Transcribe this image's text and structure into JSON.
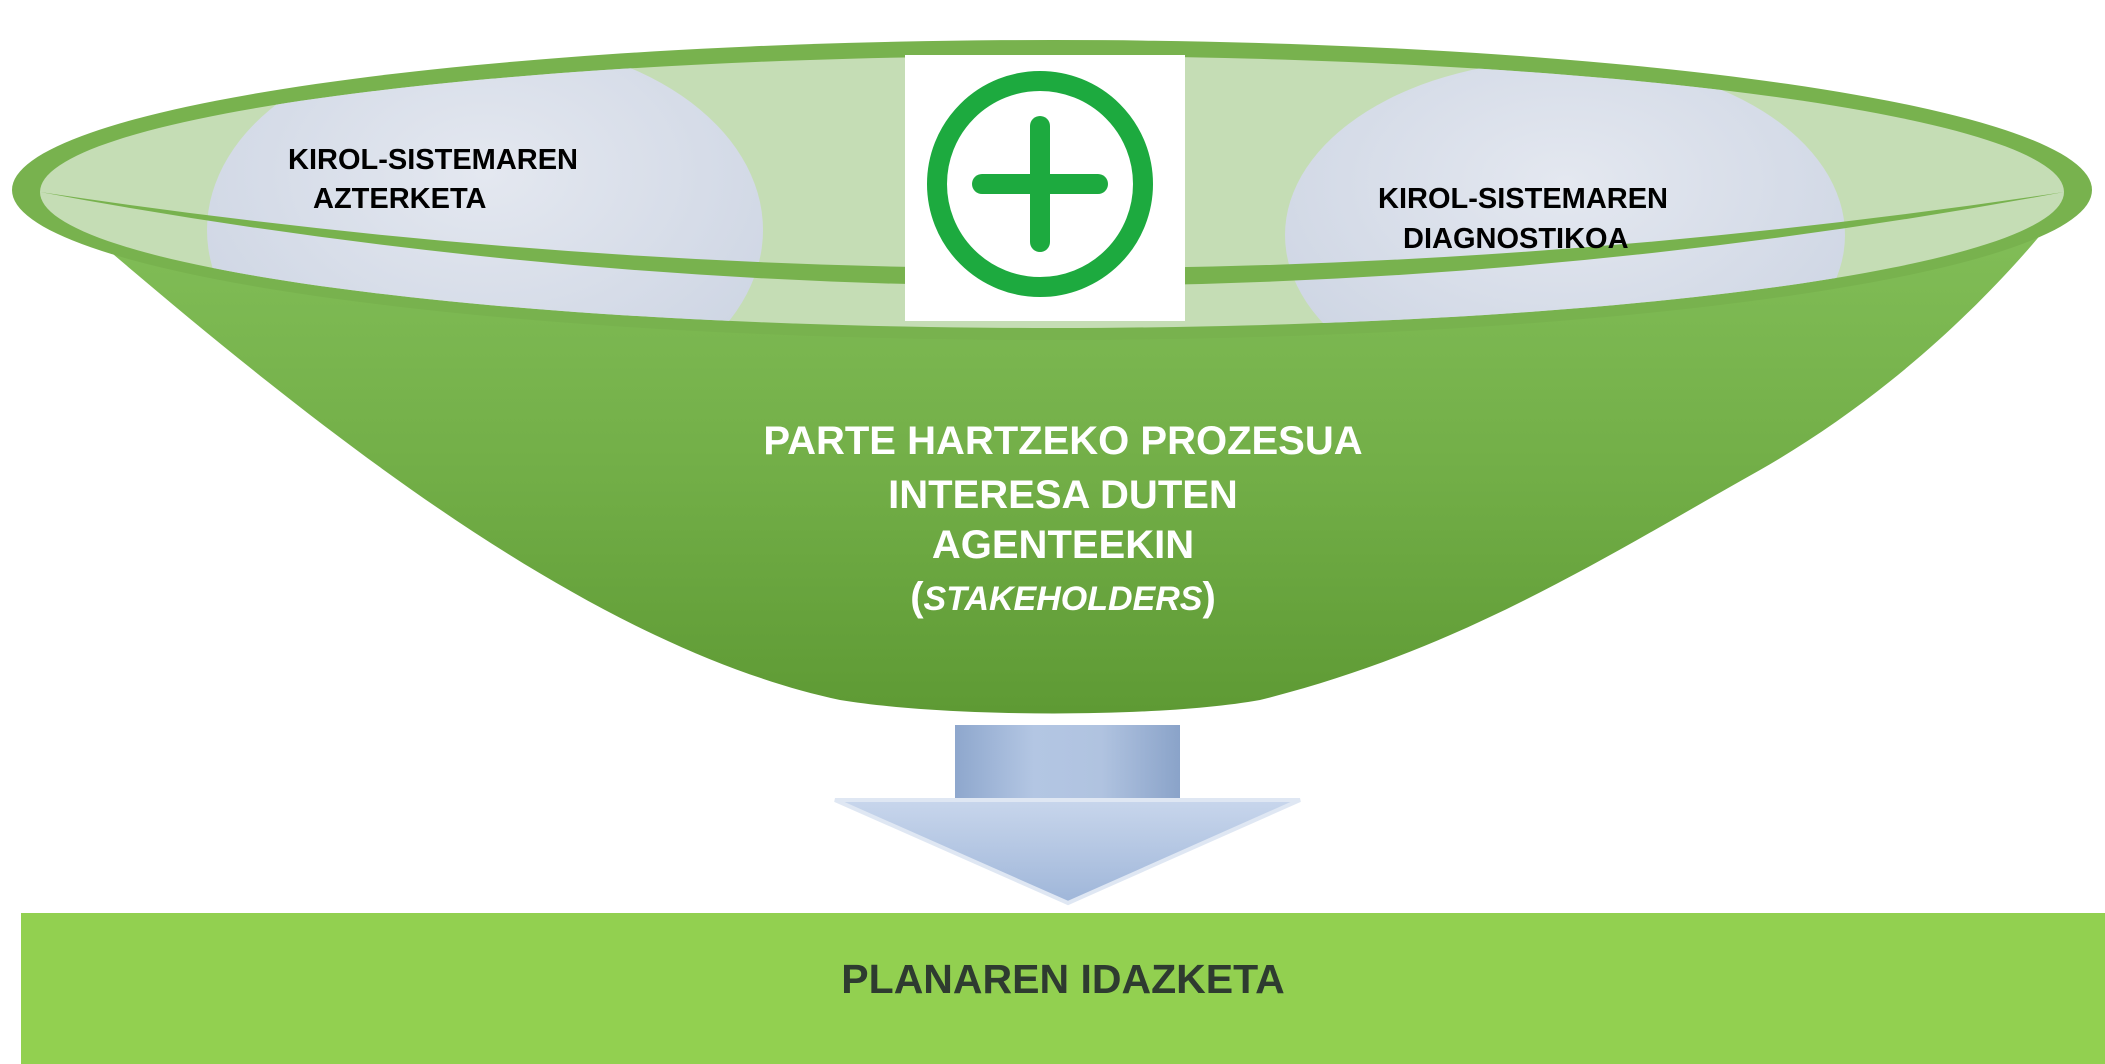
{
  "diagram": {
    "left_bubble": {
      "line1": "KIROL-SISTEMAREN",
      "line2": "AZTERKETA"
    },
    "right_bubble": {
      "line1": "KIROL-SISTEMAREN",
      "line2": "DIAGNOSTIKOA"
    },
    "plus_icon": "plus-circle-icon",
    "funnel": {
      "line1": "PARTE HARTZEKO PROZESUA",
      "line2": "INTERESA DUTEN",
      "line3": "AGENTEEKIN",
      "line4_open": "(",
      "line4_italic": "STAKEHOLDERS",
      "line4_close": ")"
    },
    "bottom_bar": {
      "label": "PLANAREN IDAZKETA"
    }
  },
  "colors": {
    "funnel_green": "#6aa640",
    "funnel_light": "#c5ddb5",
    "bubble": "#d6dce8",
    "plus_green": "#1daa3f",
    "arrow_blue": "#a9bede",
    "bar_green": "#92d050"
  }
}
